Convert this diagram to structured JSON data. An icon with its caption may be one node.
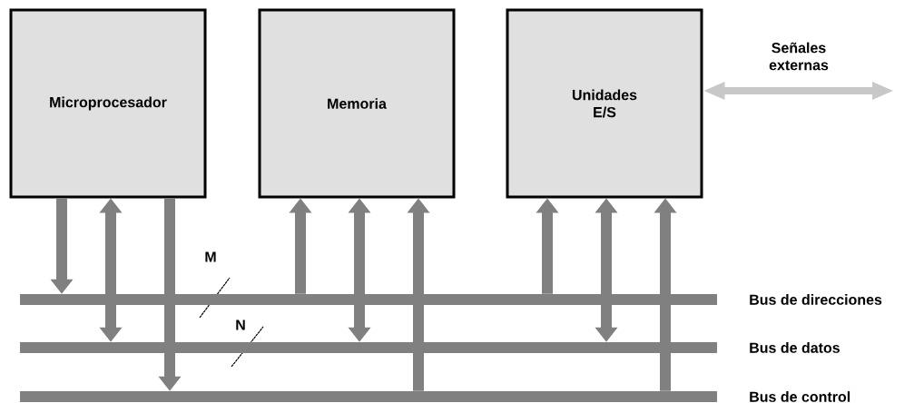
{
  "diagram": {
    "nodes": [
      {
        "text": [
          "Microprocesador"
        ]
      },
      {
        "text": [
          "Memoria"
        ]
      },
      {
        "text": [
          "Unidades E/S"
        ]
      },
      {
        "text": [],
        "shape": "bar",
        "beside": [
          "Bus de direcciones"
        ]
      },
      {
        "text": [],
        "shape": "bar",
        "beside": [
          "Bus de datos"
        ]
      },
      {
        "text": [],
        "shape": "bar",
        "beside": [
          "Bus de control"
        ]
      }
    ],
    "edges": [
      {
        "from": 0,
        "to": 3,
        "arrow": "to"
      },
      {
        "from": 0,
        "to": 4,
        "arrow": "both"
      },
      {
        "from": 0,
        "to": 5,
        "arrow": "to"
      },
      {
        "from": 3,
        "to": 1,
        "arrow": "to"
      },
      {
        "from": 1,
        "to": 4,
        "arrow": "both"
      },
      {
        "from": 5,
        "to": 1,
        "arrow": "to"
      },
      {
        "from": 3,
        "to": 2,
        "arrow": "to"
      },
      {
        "from": 2,
        "to": 4,
        "arrow": "both"
      },
      {
        "from": 5,
        "to": 2,
        "arrow": "to"
      },
      {
        "from": 2,
        "to": null,
        "arrow": "both",
        "label": "Señales externas",
        "color": "#c8c8c8"
      }
    ],
    "labels": [
      "M",
      "N"
    ]
  }
}
